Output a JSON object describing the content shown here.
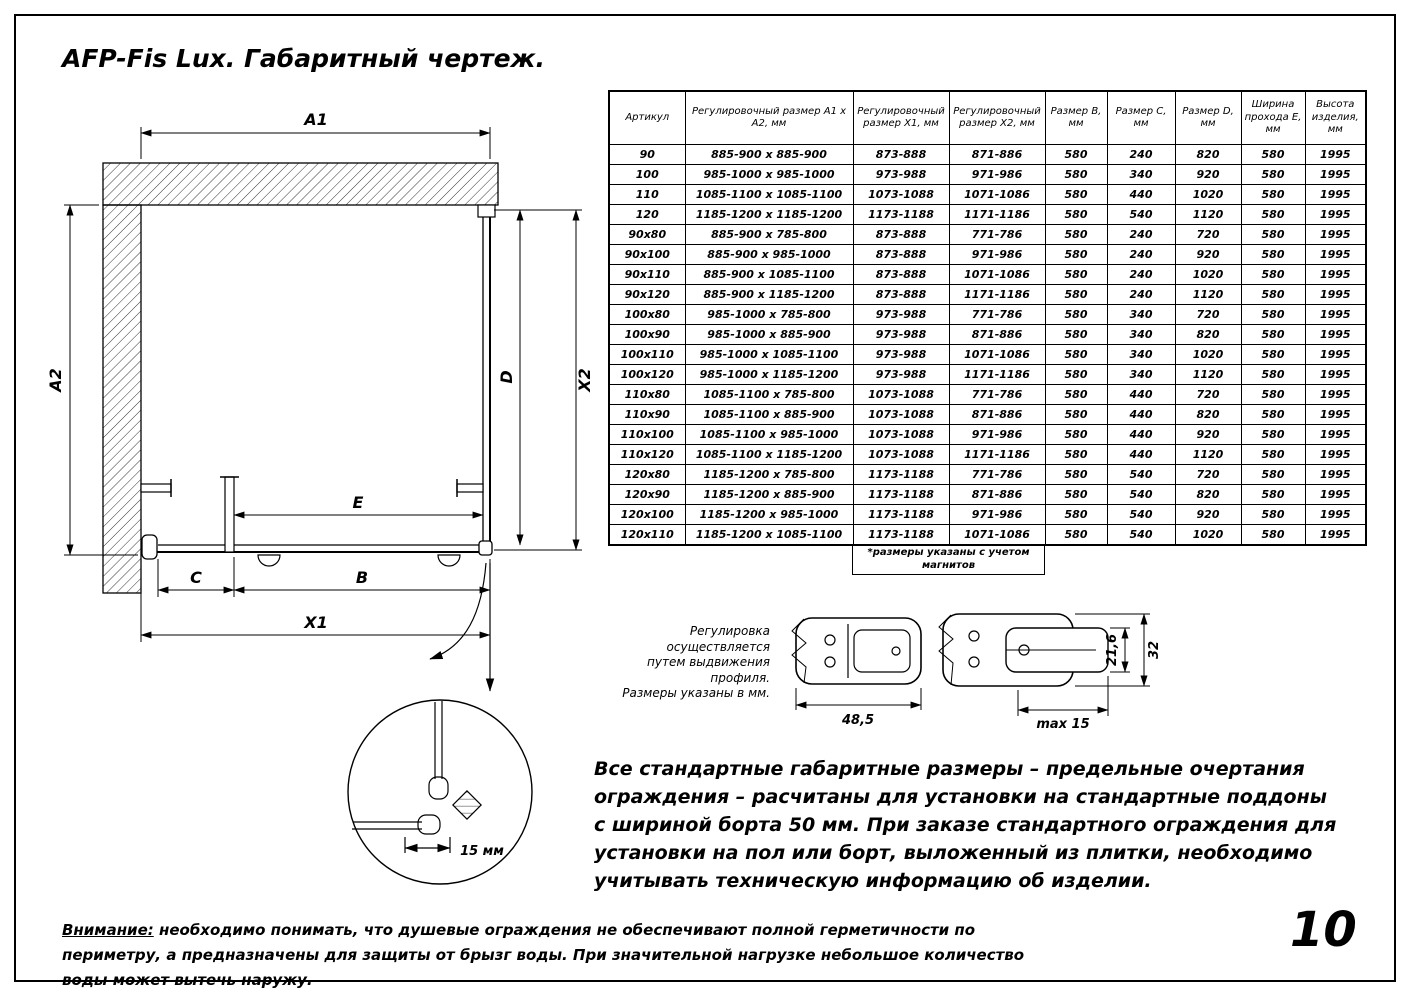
{
  "page": {
    "title": "AFP-Fis Lux. Габаритный чертеж.",
    "page_number": "10"
  },
  "drawing": {
    "dim_labels": {
      "a1": "A1",
      "a2": "A2",
      "x1": "X1",
      "x2": "X2",
      "b": "B",
      "c": "C",
      "d": "D",
      "e": "E",
      "detail_dim": "15 мм"
    },
    "note": {
      "line1": "Регулировка осуществляется",
      "line2": "путем выдвижения профиля.",
      "line3": "Размеры указаны в мм."
    },
    "profile_dims": {
      "width_left": "48,5",
      "max_extension": "max 15",
      "height_inner": "21,6",
      "height_outer": "32"
    }
  },
  "table": {
    "headers": [
      "Артикул",
      "Регулировочный размер A1 х A2, мм",
      "Регулировочный размер X1, мм",
      "Регулировочный размер X2, мм",
      "Размер B, мм",
      "Размер C, мм",
      "Размер D, мм",
      "Ширина прохода E, мм",
      "Высота изделия, мм"
    ],
    "rows": [
      [
        "90",
        "885-900 x 885-900",
        "873-888",
        "871-886",
        "580",
        "240",
        "820",
        "580",
        "1995"
      ],
      [
        "100",
        "985-1000 x 985-1000",
        "973-988",
        "971-986",
        "580",
        "340",
        "920",
        "580",
        "1995"
      ],
      [
        "110",
        "1085-1100 x 1085-1100",
        "1073-1088",
        "1071-1086",
        "580",
        "440",
        "1020",
        "580",
        "1995"
      ],
      [
        "120",
        "1185-1200 x 1185-1200",
        "1173-1188",
        "1171-1186",
        "580",
        "540",
        "1120",
        "580",
        "1995"
      ],
      [
        "90x80",
        "885-900 x 785-800",
        "873-888",
        "771-786",
        "580",
        "240",
        "720",
        "580",
        "1995"
      ],
      [
        "90x100",
        "885-900 x 985-1000",
        "873-888",
        "971-986",
        "580",
        "240",
        "920",
        "580",
        "1995"
      ],
      [
        "90x110",
        "885-900 x 1085-1100",
        "873-888",
        "1071-1086",
        "580",
        "240",
        "1020",
        "580",
        "1995"
      ],
      [
        "90x120",
        "885-900 x 1185-1200",
        "873-888",
        "1171-1186",
        "580",
        "240",
        "1120",
        "580",
        "1995"
      ],
      [
        "100x80",
        "985-1000 x 785-800",
        "973-988",
        "771-786",
        "580",
        "340",
        "720",
        "580",
        "1995"
      ],
      [
        "100x90",
        "985-1000 x 885-900",
        "973-988",
        "871-886",
        "580",
        "340",
        "820",
        "580",
        "1995"
      ],
      [
        "100x110",
        "985-1000 x 1085-1100",
        "973-988",
        "1071-1086",
        "580",
        "340",
        "1020",
        "580",
        "1995"
      ],
      [
        "100x120",
        "985-1000 x 1185-1200",
        "973-988",
        "1171-1186",
        "580",
        "340",
        "1120",
        "580",
        "1995"
      ],
      [
        "110x80",
        "1085-1100 x 785-800",
        "1073-1088",
        "771-786",
        "580",
        "440",
        "720",
        "580",
        "1995"
      ],
      [
        "110x90",
        "1085-1100 x 885-900",
        "1073-1088",
        "871-886",
        "580",
        "440",
        "820",
        "580",
        "1995"
      ],
      [
        "110x100",
        "1085-1100 x 985-1000",
        "1073-1088",
        "971-986",
        "580",
        "440",
        "920",
        "580",
        "1995"
      ],
      [
        "110x120",
        "1085-1100 x 1185-1200",
        "1073-1088",
        "1171-1186",
        "580",
        "440",
        "1120",
        "580",
        "1995"
      ],
      [
        "120x80",
        "1185-1200 x 785-800",
        "1173-1188",
        "771-786",
        "580",
        "540",
        "720",
        "580",
        "1995"
      ],
      [
        "120x90",
        "1185-1200 x 885-900",
        "1173-1188",
        "871-886",
        "580",
        "540",
        "820",
        "580",
        "1995"
      ],
      [
        "120x100",
        "1185-1200 x 985-1000",
        "1173-1188",
        "971-986",
        "580",
        "540",
        "920",
        "580",
        "1995"
      ],
      [
        "120x110",
        "1185-1200 x 1085-1100",
        "1173-1188",
        "1071-1086",
        "580",
        "540",
        "1020",
        "580",
        "1995"
      ]
    ],
    "footnote": "*размеры указаны с учетом магнитов"
  },
  "notes": {
    "paragraph": "Все стандартные габаритные размеры – предельные очертания ограждения – расчитаны для установки на стандартные поддоны с шириной борта 50 мм. При заказе стандартного ограждения для установки на пол или борт, выложенный из плитки, необходимо учитывать техническую информацию об изделии.",
    "warning_label": "Внимание:",
    "warning_text": " необходимо понимать, что душевые ограждения не обеспечивают полной герметичности по периметру, а предназначены для защиты от брызг воды. При значительной нагрузке небольшое количество воды может вытечь наружу."
  }
}
